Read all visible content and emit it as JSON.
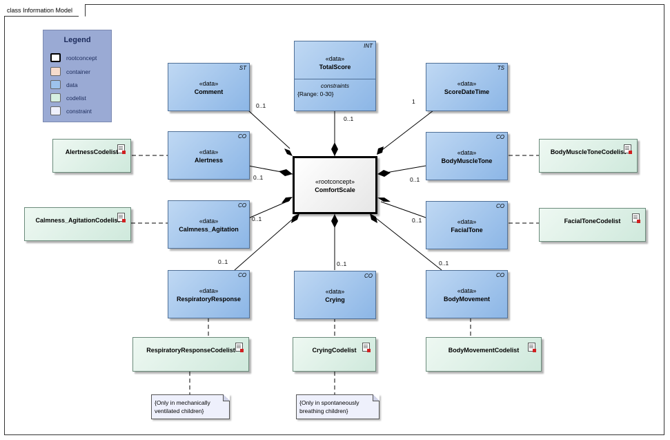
{
  "frame_title": "class Information Model",
  "legend": {
    "title": "Legend",
    "items": [
      {
        "label": "rootconcept",
        "color": "#ffffff",
        "border": "#000000"
      },
      {
        "label": "container",
        "color": "#f6dccd"
      },
      {
        "label": "data",
        "color": "#9dc3ec"
      },
      {
        "label": "codelist",
        "color": "#d6efe1"
      },
      {
        "label": "constraint",
        "color": "#eef0fc"
      }
    ]
  },
  "root": {
    "stereotype": "«rootconcept»",
    "name": "ComfortScale"
  },
  "data_classes": {
    "totalscore": {
      "stereotype": "«data»",
      "name": "TotalScore",
      "type": "INT",
      "constraints_header": "constraints",
      "constraint": "{Range: 0-30}"
    },
    "comment": {
      "stereotype": "«data»",
      "name": "Comment",
      "type": "ST"
    },
    "scoredatetime": {
      "stereotype": "«data»",
      "name": "ScoreDateTime",
      "type": "TS"
    },
    "alertness": {
      "stereotype": "«data»",
      "name": "Alertness",
      "type": "CO"
    },
    "bodymuscletone": {
      "stereotype": "«data»",
      "name": "BodyMuscleTone",
      "type": "CO"
    },
    "calmness": {
      "stereotype": "«data»",
      "name": "Calmness_Agitation",
      "type": "CO"
    },
    "facialtone": {
      "stereotype": "«data»",
      "name": "FacialTone",
      "type": "CO"
    },
    "respiratory": {
      "stereotype": "«data»",
      "name": "RespiratoryResponse",
      "type": "CO"
    },
    "crying": {
      "stereotype": "«data»",
      "name": "Crying",
      "type": "CO"
    },
    "bodymovement": {
      "stereotype": "«data»",
      "name": "BodyMovement",
      "type": "CO"
    }
  },
  "codelists": {
    "alertness": "AlertnessCodelist",
    "bodymuscletone": "BodyMuscleToneCodelist",
    "calmness": "Calmness_AgitationCodelist",
    "facialtone": "FacialToneCodelist",
    "respiratory": "RespiratoryResponseCodelist",
    "crying": "CryingCodelist",
    "bodymovement": "BodyMovementCodelist"
  },
  "notes": {
    "respiratory_line1": "{Only in mechanically",
    "respiratory_line2": "ventilated children}",
    "crying_line1": "{Only in spontaneously",
    "crying_line2": "breathing children}"
  },
  "multiplicities": {
    "comment": "0..1",
    "totalscore": "0..1",
    "scoredatetime": "1",
    "alertness": "0..1",
    "bodymuscletone": "0..1",
    "calmness": "0..1",
    "facialtone": "0..1",
    "respiratory": "0..1",
    "crying": "0..1",
    "bodymovement": "0..1"
  }
}
